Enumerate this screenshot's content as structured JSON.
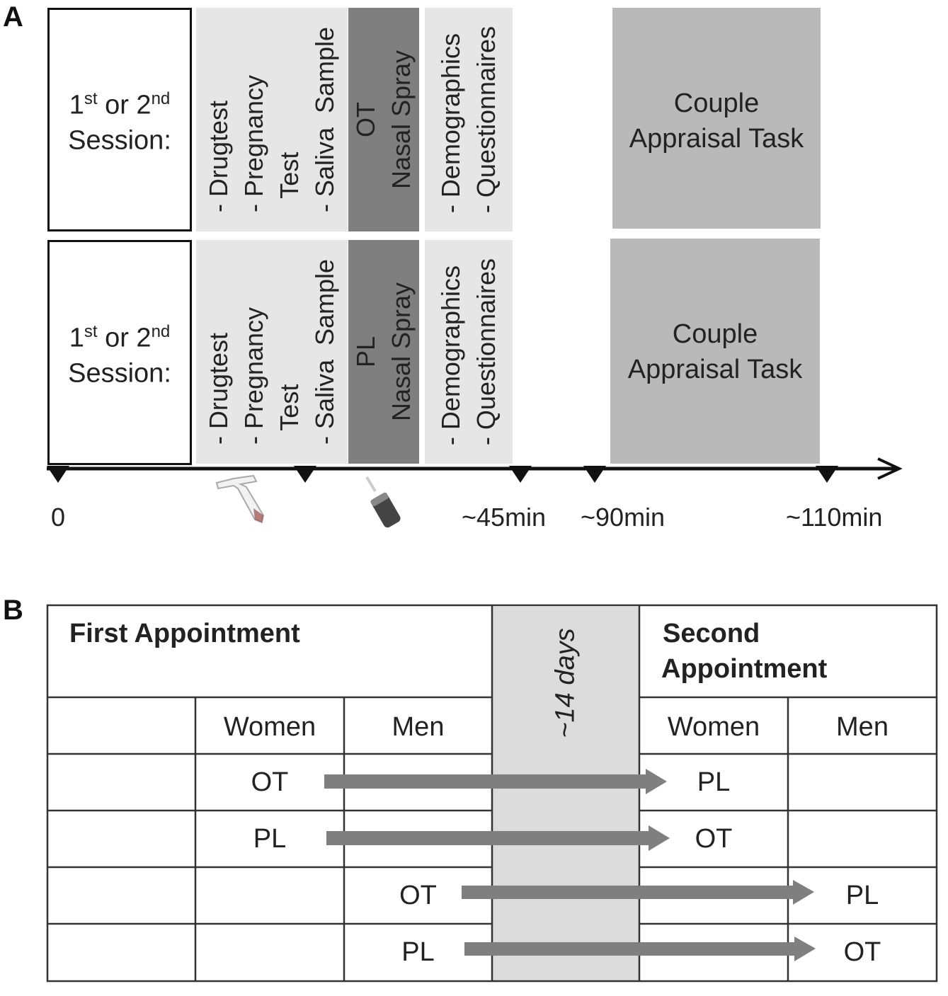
{
  "panel_a": {
    "label": "A",
    "sessions": [
      {
        "session_line1": "1st or 2nd",
        "session_line2": "Session:",
        "prep_items": [
          "- Drugtest",
          "- Pregnancy",
          "  Test",
          "- Saliva  Sample"
        ],
        "spray_lines": [
          "OT",
          "Nasal Spray"
        ],
        "questionnaire_items": [
          "- Demographics",
          "- Questionnaires"
        ],
        "task_lines": [
          "Couple",
          "Appraisal Task"
        ]
      },
      {
        "session_line1": "1st or 2nd",
        "session_line2": "Session:",
        "prep_items": [
          "- Drugtest",
          "- Pregnancy",
          "  Test",
          "- Saliva  Sample"
        ],
        "spray_lines": [
          "PL",
          "Nasal Spray"
        ],
        "questionnaire_items": [
          "- Demographics",
          "- Questionnaires"
        ],
        "task_lines": [
          "Couple",
          "Appraisal Task"
        ]
      }
    ],
    "timeline_labels": [
      "0",
      "~45min",
      "~90min",
      "~110min"
    ],
    "icons": [
      "saliva-tube-icon",
      "nasal-spray-icon"
    ]
  },
  "panel_b": {
    "label": "B",
    "first_appointment": "First Appointment",
    "second_appointment_line1": "Second",
    "second_appointment_line2": "Appointment",
    "interval": "~14 days",
    "columns": [
      "Women",
      "Men",
      "Women",
      "Men"
    ],
    "rows": [
      {
        "from": "OT",
        "to": "PL"
      },
      {
        "from": "PL",
        "to": "OT"
      },
      {
        "from": "OT",
        "to": "PL"
      },
      {
        "from": "PL",
        "to": "OT"
      }
    ]
  },
  "colors": {
    "light_block": "#e6e6e6",
    "dark_block": "#7f7f7f",
    "task_block": "#b9b9b9",
    "arrow": "#7f7f7f",
    "interval_band": "#dcdcdc"
  }
}
